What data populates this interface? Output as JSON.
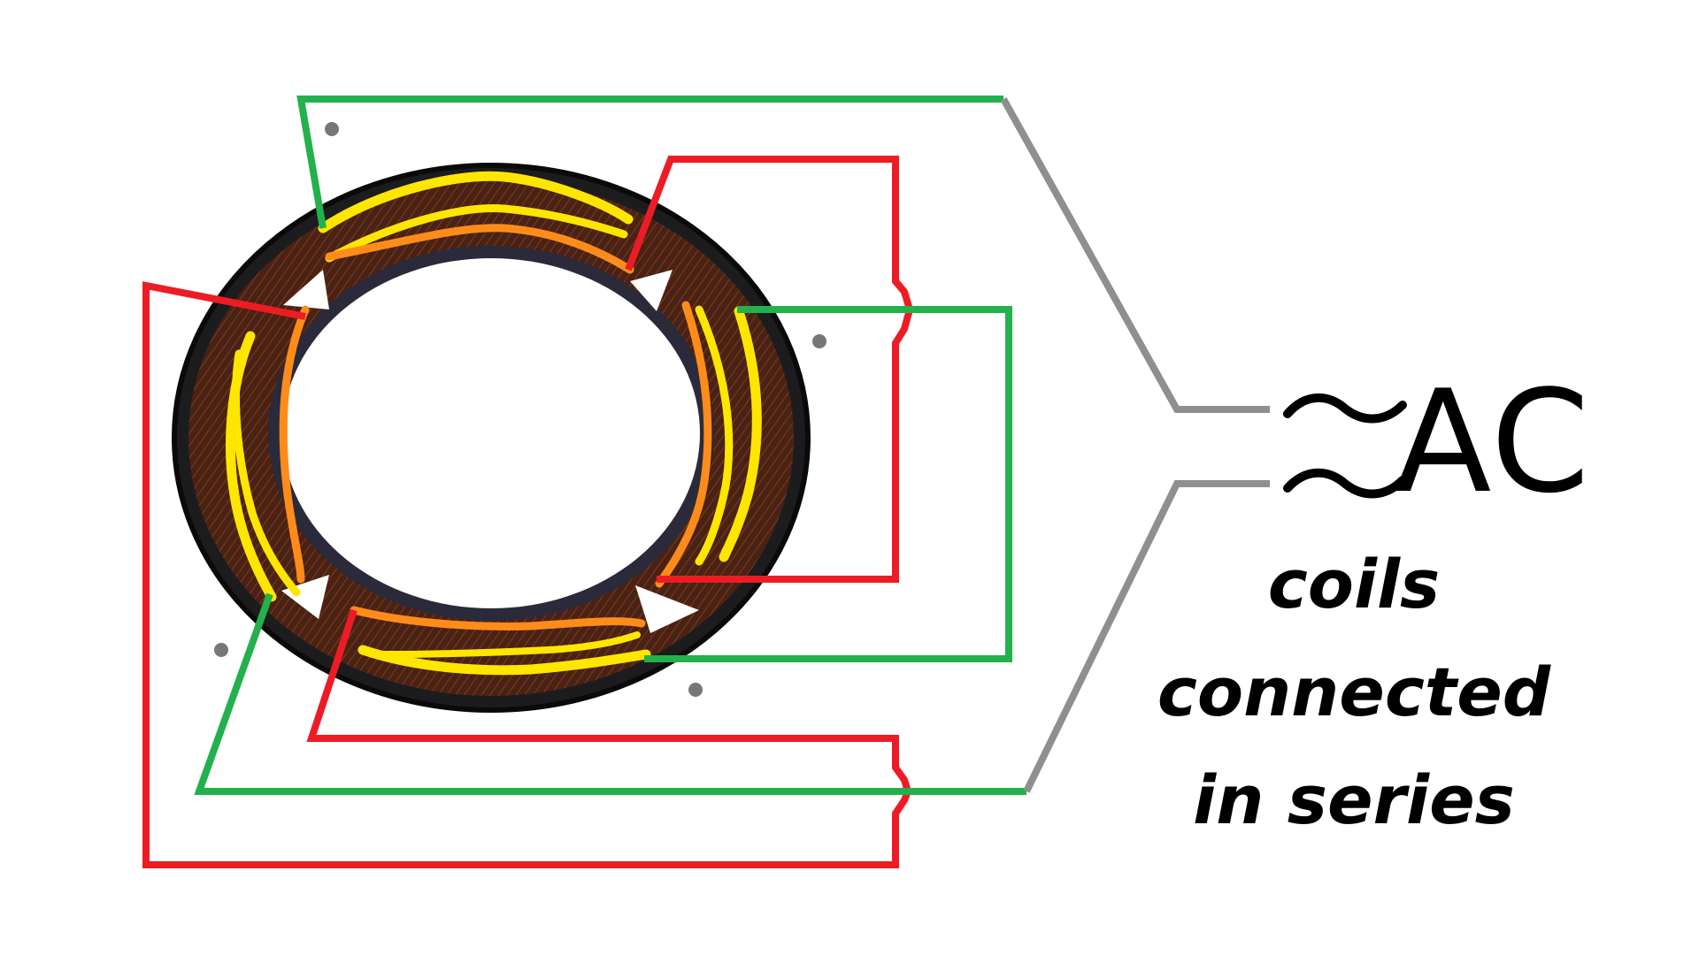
{
  "supply": {
    "symbol": "≈",
    "label": "AC"
  },
  "caption": {
    "lines": [
      "coils",
      "connected",
      "in series"
    ]
  },
  "colors": {
    "wire_green": "#22b14c",
    "wire_red": "#ed1c24",
    "lead_gray": "#8f8f8f",
    "coil_yellow": "#ffe600",
    "coil_orange": "#ff8c1a",
    "copper": "#3a1c12"
  }
}
